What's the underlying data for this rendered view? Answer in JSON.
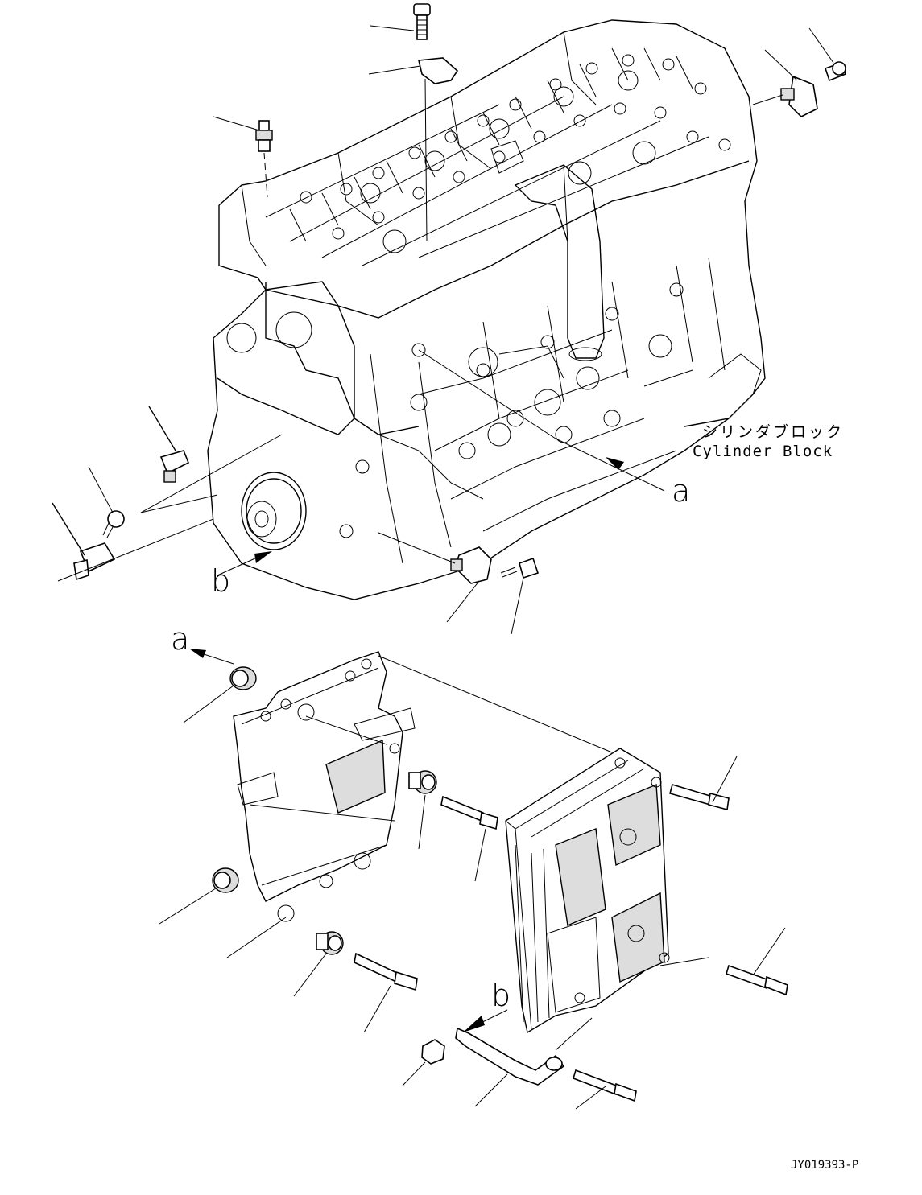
{
  "labels": {
    "cylinder_block_jp": "シリンダブロック",
    "cylinder_block_en": "Cylinder Block",
    "ref_a_top": "a",
    "ref_a_bottom": "a",
    "ref_b_left": "b",
    "ref_b_bottom": "b",
    "drawing_code": "JY019393-P"
  }
}
